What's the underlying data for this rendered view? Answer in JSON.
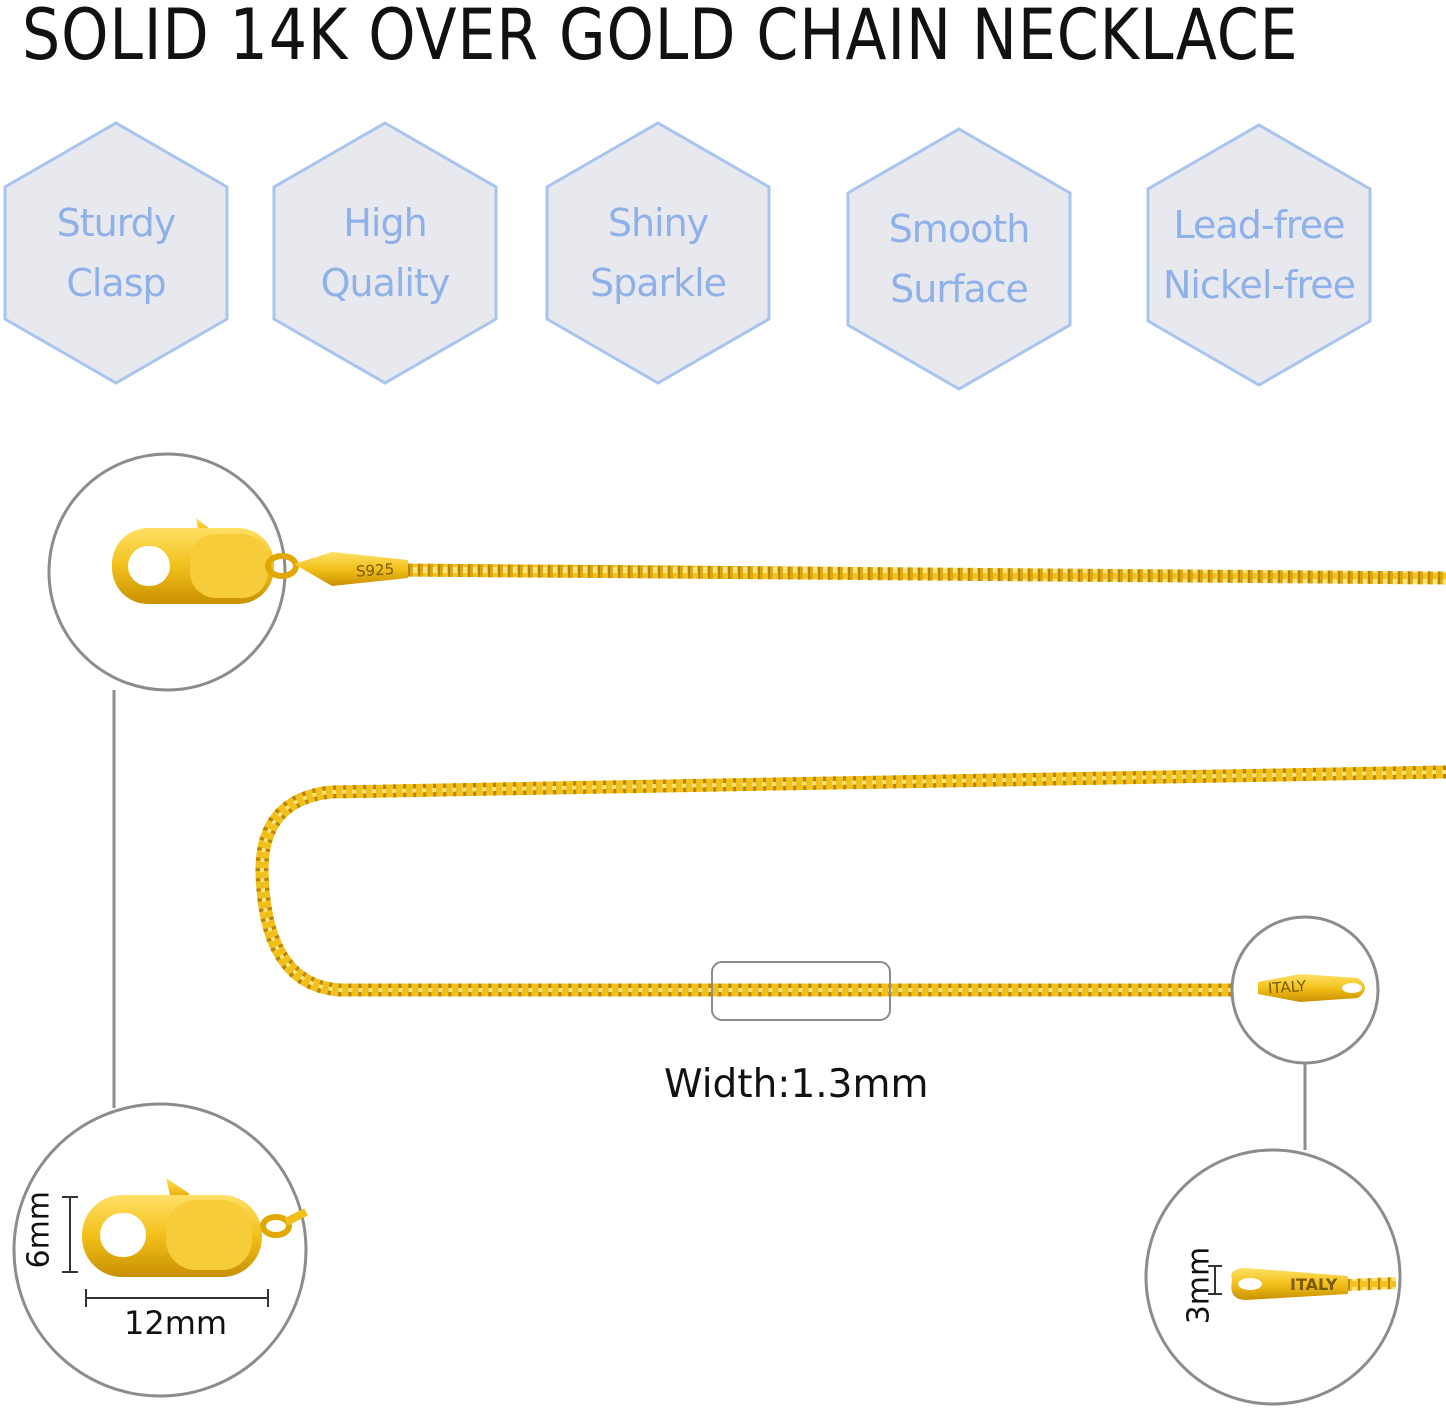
{
  "title": "SOLID 14K OVER GOLD CHAIN NECKLACE",
  "features": [
    {
      "line1": "Sturdy",
      "line2": "Clasp"
    },
    {
      "line1": "High",
      "line2": "Quality"
    },
    {
      "line1": "Shiny",
      "line2": "Sparkle"
    },
    {
      "line1": "Smooth",
      "line2": "Surface"
    },
    {
      "line1": "Lead-free",
      "line2": "Nickel-free"
    }
  ],
  "stamps": {
    "clasp_tag": "S925",
    "end_tag": "ITALY",
    "end_tag_zoom": "ITALY"
  },
  "measurements": {
    "width": "Width:1.3mm",
    "clasp_height": "6mm",
    "clasp_length": "12mm",
    "end_tag_height": "3mm"
  },
  "colors": {
    "gold": "#f2c01b",
    "gold_dark": "#c99000",
    "hex_fill": "#e8e9ee",
    "hex_stroke": "#a9c4ee",
    "hex_text": "#8fb0e8",
    "circle_stroke": "#8c8c8c"
  }
}
